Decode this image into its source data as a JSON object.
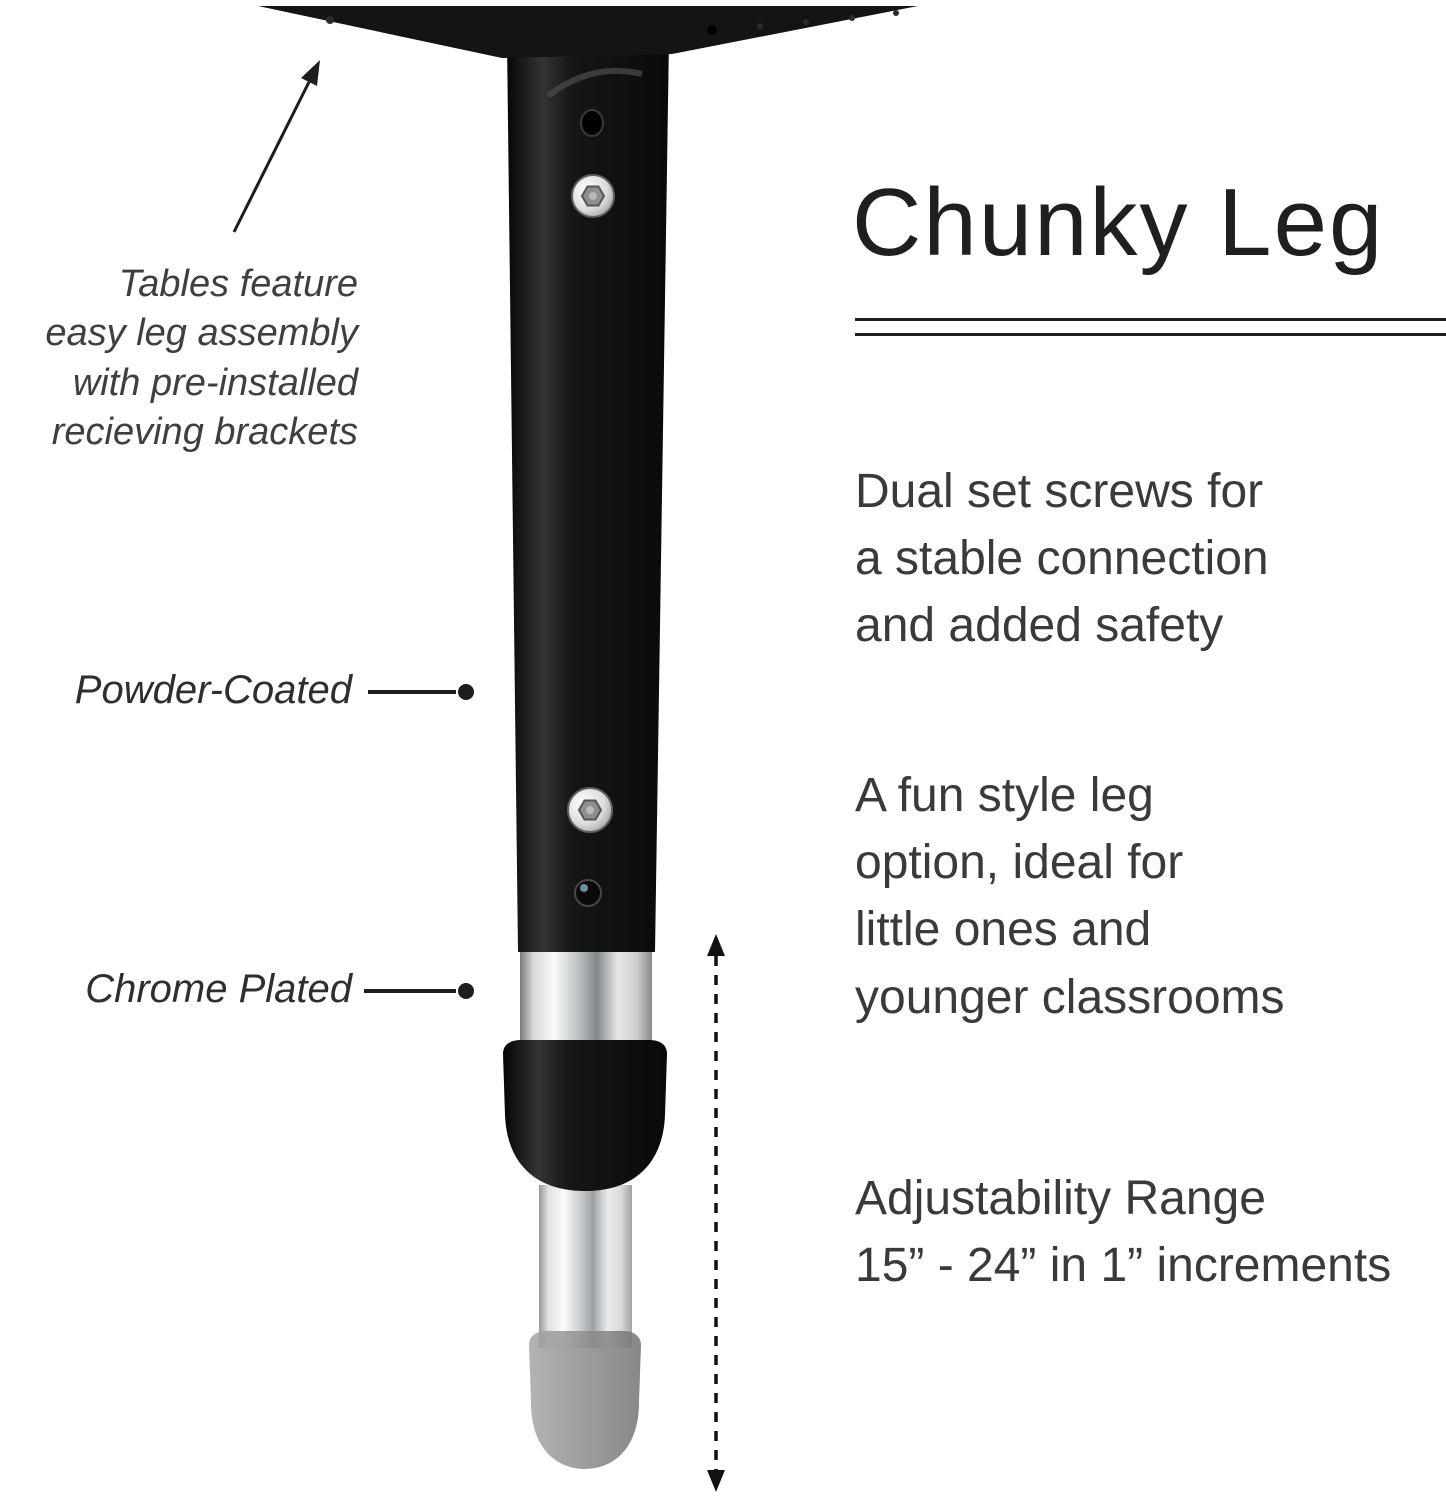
{
  "title": "Chunky Leg",
  "callouts": {
    "assembly": "Tables feature\neasy leg assembly\nwith pre-installed\nrecieving brackets",
    "powder": "Powder-Coated",
    "chrome": "Chrome Plated"
  },
  "features": {
    "screws": "Dual set screws for\na stable connection\nand added safety",
    "style": "A fun style leg\noption, ideal for\nlittle ones and\nyounger classrooms",
    "adjust": "Adjustability Range\n15” - 24” in 1” increments"
  },
  "colors": {
    "leg_black": "#141414",
    "chrome_highlight": "#f7f7f7",
    "chrome_shadow": "#7a7f82",
    "ghost_gray": "#8c8c8c",
    "text": "#3a3a3a",
    "accent": "#1d1d1d"
  }
}
